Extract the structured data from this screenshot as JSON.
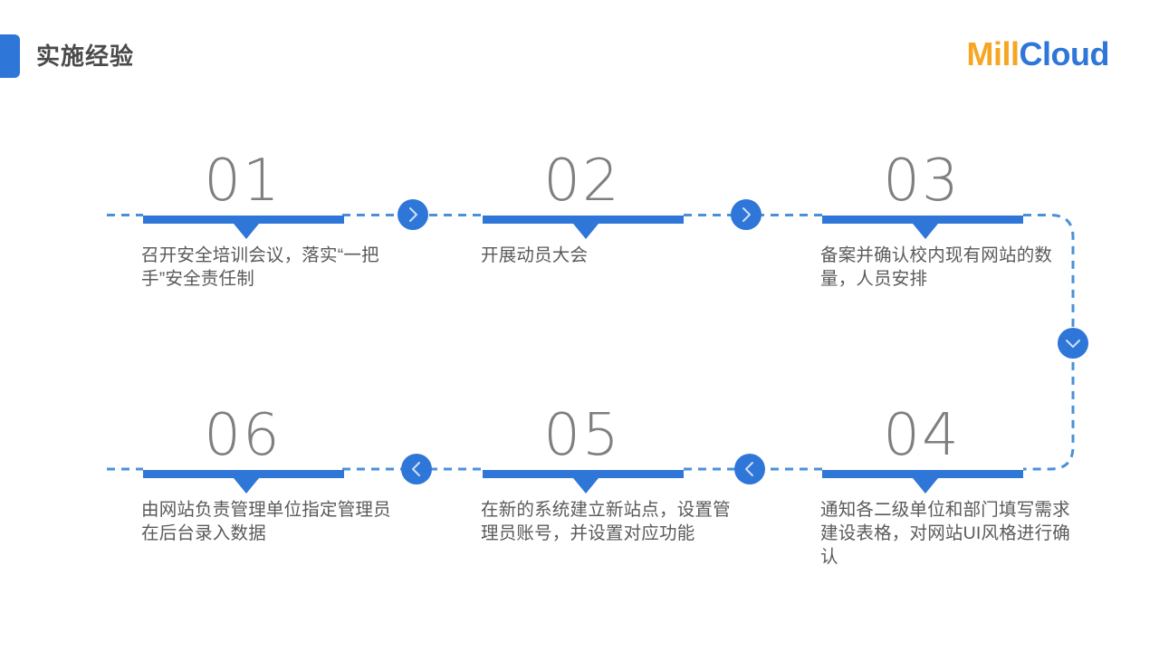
{
  "header": {
    "title": "实施经验",
    "accent_color": "#2f76d9",
    "logo": {
      "part1": "Mill",
      "part1_color": "#f5a623",
      "part2": "Cloud",
      "part2_color": "#2f76d9"
    }
  },
  "theme": {
    "bar_color": "#2f76d9",
    "dash_color": "#4a90d9",
    "number_color": "#7f7f7f",
    "text_color": "#5a5a5a",
    "background": "#ffffff"
  },
  "timeline": {
    "row1": [
      {
        "number": "01",
        "description": "召开安全培训会议，落实“一把手”安全责任制"
      },
      {
        "number": "02",
        "description": "开展动员大会"
      },
      {
        "number": "03",
        "description": "备案并确认校内现有网站的数量，人员安排"
      }
    ],
    "row2": [
      {
        "number": "06",
        "description": "由网站负责管理单位指定管理员在后台录入数据"
      },
      {
        "number": "05",
        "description": "在新的系统建立新站点，设置管理员账号，并设置对应功能"
      },
      {
        "number": "04",
        "description": "通知各二级单位和部门填写需求建设表格，对网站UI风格进行确认"
      }
    ],
    "connectors": [
      {
        "name": "chevron-right-icon-1",
        "direction": "right"
      },
      {
        "name": "chevron-right-icon-2",
        "direction": "right"
      },
      {
        "name": "chevron-down-icon-1",
        "direction": "down"
      },
      {
        "name": "chevron-left-icon-1",
        "direction": "left"
      },
      {
        "name": "chevron-left-icon-2",
        "direction": "left"
      }
    ]
  }
}
